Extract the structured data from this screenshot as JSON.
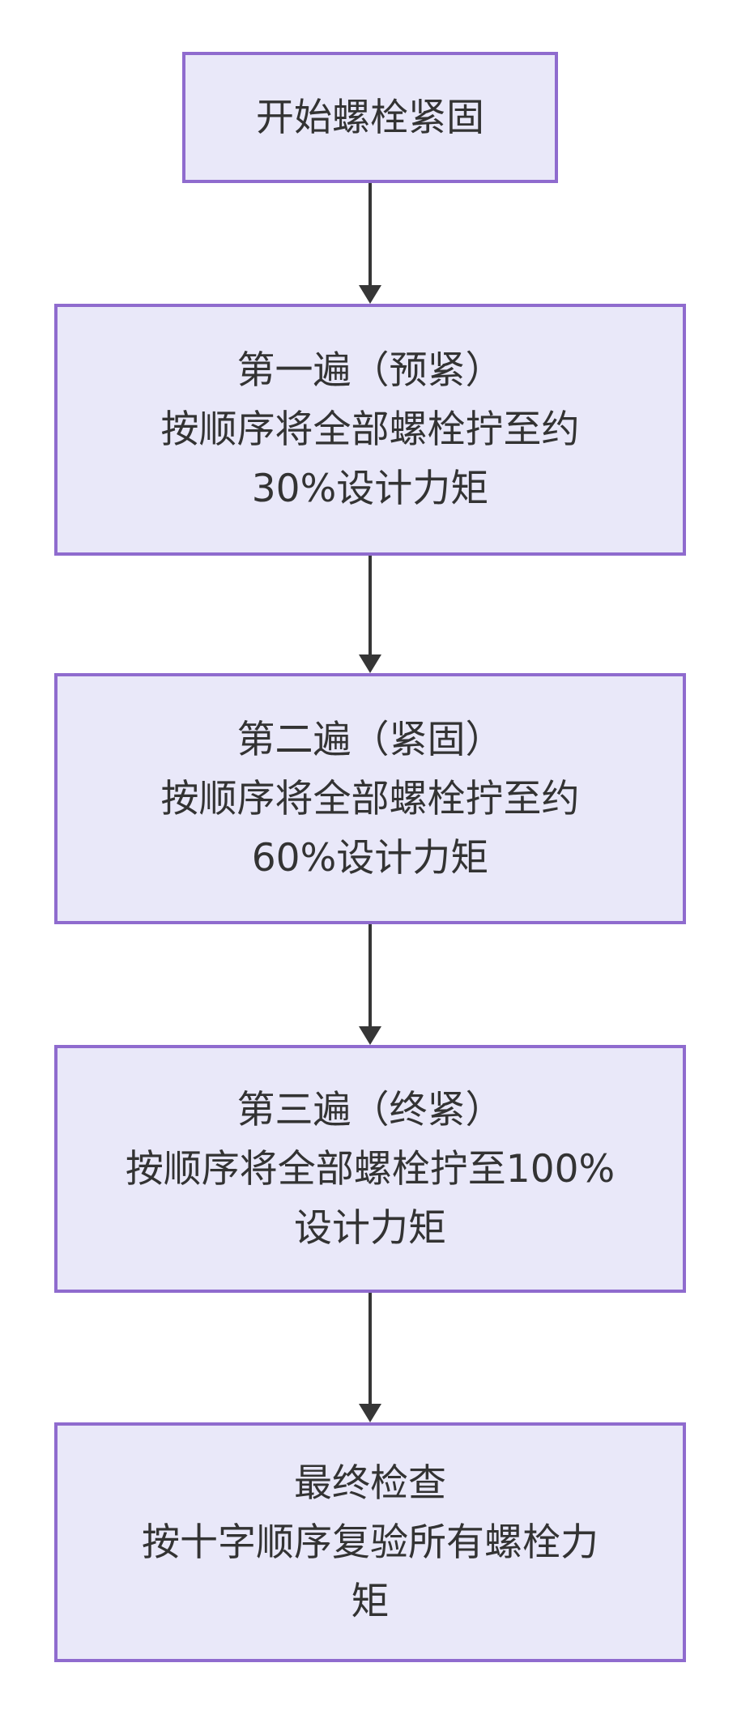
{
  "flow": {
    "type": "flowchart",
    "direction": "top-down",
    "colors": {
      "background": "#ffffff",
      "node_fill": "#e9e8f9",
      "node_border": "#8f6bce",
      "arrow": "#363636",
      "text": "#333333"
    },
    "nodes": [
      {
        "id": "start",
        "lines": [
          "开始螺栓紧固"
        ]
      },
      {
        "id": "pass1",
        "lines": [
          "第一遍（预紧）",
          "按顺序将全部螺栓拧至约",
          "30%设计力矩"
        ]
      },
      {
        "id": "pass2",
        "lines": [
          "第二遍（紧固）",
          "按顺序将全部螺栓拧至约",
          "60%设计力矩"
        ]
      },
      {
        "id": "pass3",
        "lines": [
          "第三遍（终紧）",
          "按顺序将全部螺栓拧至100%",
          "设计力矩"
        ]
      },
      {
        "id": "final-check",
        "lines": [
          "最终检查",
          "按十字顺序复验所有螺栓力",
          "矩"
        ]
      }
    ],
    "edges": [
      {
        "from": "start",
        "to": "pass1"
      },
      {
        "from": "pass1",
        "to": "pass2"
      },
      {
        "from": "pass2",
        "to": "pass3"
      },
      {
        "from": "pass3",
        "to": "final-check"
      }
    ]
  }
}
